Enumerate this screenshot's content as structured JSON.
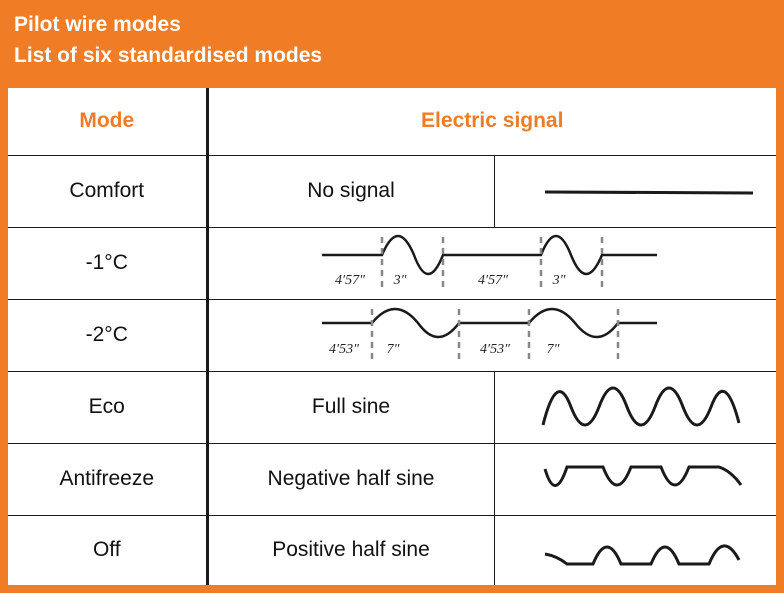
{
  "header": {
    "title": "Pilot wire modes",
    "subtitle": "List of six standardised modes"
  },
  "table": {
    "col_mode": "Mode",
    "col_signal": "Electric signal",
    "rows": [
      {
        "mode": "Comfort",
        "signal": "No signal",
        "waveform": "flat-line"
      },
      {
        "mode": "-1°C",
        "waveform": "pulse-3s",
        "labels": [
          "4′57″",
          "3″",
          "4′57″",
          "3″"
        ]
      },
      {
        "mode": "-2°C",
        "waveform": "pulse-7s",
        "labels": [
          "4′53″",
          "7″",
          "4′53″",
          "7″"
        ]
      },
      {
        "mode": "Eco",
        "signal": "Full sine",
        "waveform": "full-sine"
      },
      {
        "mode": "Antifreeze",
        "signal": "Negative half sine",
        "waveform": "negative-half-sine"
      },
      {
        "mode": "Off",
        "signal": "Positive half sine",
        "waveform": "positive-half-sine"
      }
    ]
  },
  "colors": {
    "accent": "#f07c26",
    "line": "#1a1a1a",
    "dash": "#888888"
  }
}
